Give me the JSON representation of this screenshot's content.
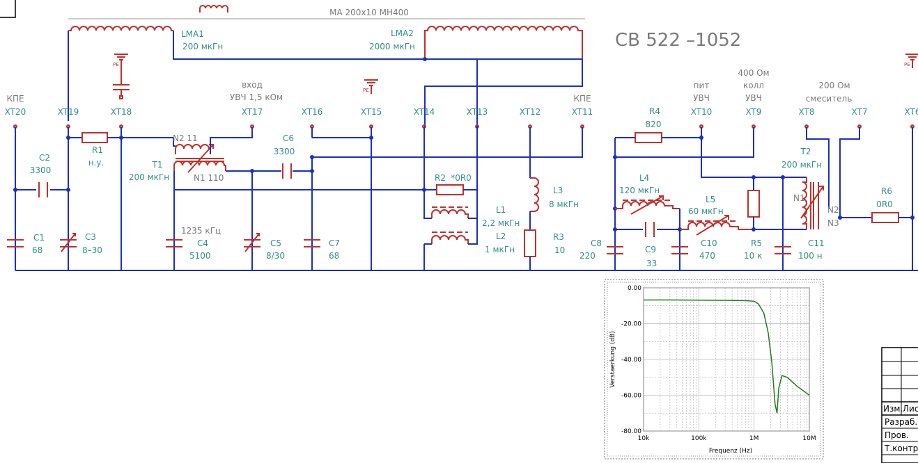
{
  "title": "CB 522 –1052",
  "top_note": "MA 200x10 MH400",
  "terminals": [
    {
      "id": "XT20",
      "top": "КПЕ"
    },
    {
      "id": "XT19",
      "top": ""
    },
    {
      "id": "XT18",
      "top": ""
    },
    {
      "id": "XT17",
      "top": "вход УВЧ 1,5 кОм"
    },
    {
      "id": "XT16",
      "top": ""
    },
    {
      "id": "XT15",
      "top": ""
    },
    {
      "id": "XT14",
      "top": ""
    },
    {
      "id": "XT13",
      "top": ""
    },
    {
      "id": "XT12",
      "top": ""
    },
    {
      "id": "XT11",
      "top": "КПЕ"
    },
    {
      "id": "XT10",
      "top": "пит УВЧ"
    },
    {
      "id": "XT9",
      "top": "400 Ом колл УВЧ"
    },
    {
      "id": "XT8",
      "top": "200 Ом смеситель"
    },
    {
      "id": "XT7",
      "top": ""
    },
    {
      "id": "XT6",
      "top": ""
    }
  ],
  "components": {
    "LMA1": [
      "LMA1",
      "200 мкГн"
    ],
    "LMA2": [
      "LMA2",
      "2000 мкГн"
    ],
    "C2": [
      "C2",
      "3300"
    ],
    "R1": [
      "R1",
      "н.у."
    ],
    "T1": [
      "T1",
      "200 мкГн"
    ],
    "T1_N2": "N2 11",
    "T1_N1": "N1 110",
    "C6": [
      "C6",
      "3300"
    ],
    "C1": [
      "C1",
      "68"
    ],
    "C3": [
      "C3",
      "8–30"
    ],
    "C4": [
      "C4",
      "5100"
    ],
    "C4_note": "1235 кГц",
    "C5": [
      "C5",
      "8/30"
    ],
    "C7": [
      "C7",
      "68"
    ],
    "R2": [
      "R2",
      "*0R0"
    ],
    "L1": [
      "L1",
      "2,2 мкГн"
    ],
    "L2": [
      "L2",
      "1 мкГн"
    ],
    "L3": [
      "L3",
      "8 мкГн"
    ],
    "R3": [
      "R3",
      "10"
    ],
    "R4": [
      "R4",
      "820"
    ],
    "C8": [
      "C8",
      "220"
    ],
    "L4": [
      "L4",
      "120 мкГн"
    ],
    "C9": [
      "C9",
      "33"
    ],
    "L5": [
      "L5",
      "60 мкГн"
    ],
    "C10": [
      "C10",
      "470"
    ],
    "R5": [
      "R5",
      "10 к"
    ],
    "C11": [
      "C11",
      "100 н"
    ],
    "T2": [
      "T2",
      "200 мкГн"
    ],
    "T2_N1": "N1",
    "T2_N2": "N2",
    "T2_N3": "N3",
    "R6": [
      "R6",
      "0R0"
    ],
    "PE": "PE"
  },
  "title_block": {
    "rows": [
      "Изм.",
      "Лис",
      "Разраб.",
      "Пров.",
      "Т.контр"
    ]
  },
  "chart_data": {
    "type": "line",
    "xlabel": "Frequenz (Hz)",
    "ylabel": "Verstaerkung (dB)",
    "xscale": "log",
    "xticks": [
      "10k",
      "100k",
      "1M",
      "10M"
    ],
    "yticks": [
      "0.00",
      "-20.00",
      "-40.00",
      "-60.00",
      "-80.00"
    ],
    "xlim": [
      10000,
      10000000
    ],
    "ylim": [
      -80,
      0
    ],
    "grid": true,
    "series": [
      {
        "color": "#1f7a1f",
        "x": [
          10000,
          30000,
          100000,
          300000,
          700000,
          1000000,
          1200000,
          1500000,
          1800000,
          2100000,
          2400000,
          2600000,
          2800000,
          3200000,
          4000000,
          6000000,
          10000000
        ],
        "y": [
          -6.8,
          -6.8,
          -6.9,
          -7.0,
          -7.2,
          -7.5,
          -9,
          -14,
          -25,
          -42,
          -65,
          -70,
          -56,
          -49,
          -50,
          -55,
          -60
        ]
      }
    ]
  }
}
